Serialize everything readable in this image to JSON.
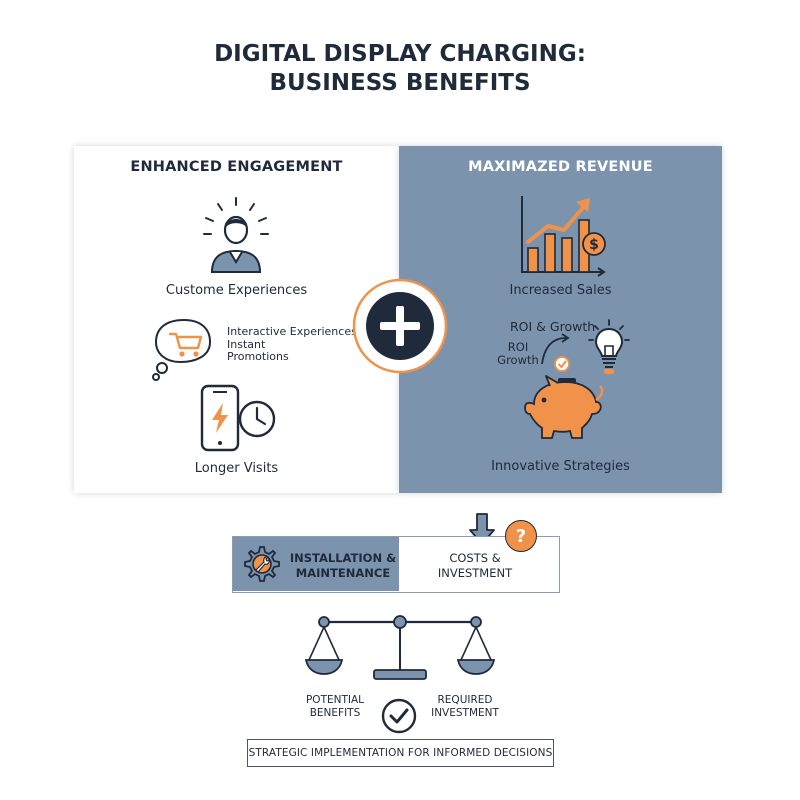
{
  "title": {
    "line1": "DIGITAL DISPLAY CHARGING:",
    "line2": "BUSINESS BENEFITS"
  },
  "left_panel": {
    "heading": "ENHANCED ENGAGEMENT",
    "items": {
      "customer": "Custome Experiences",
      "interactive_line1": "Interactive Experiences",
      "interactive_line2": "Instant",
      "interactive_line3": "Promotions",
      "visits": "Longer Visits"
    }
  },
  "right_panel": {
    "heading": "MAXIMAZED REVENUE",
    "items": {
      "sales": "Increased Sales",
      "roi_growth": "ROI & Growth",
      "roi_line1": "ROI",
      "roi_line2": "Growth",
      "strategies": "Innovative Strategies"
    }
  },
  "center_symbol": "+",
  "bar": {
    "left_line1": "INSTALLATION &",
    "left_line2": "MAINTENANCE",
    "right_line1": "COSTS &",
    "right_line2": "INVESTMENT",
    "question_mark": "?"
  },
  "scale": {
    "left_line1": "POTENTIAL",
    "left_line2": "BENEFITS",
    "right_line1": "REQUIRED",
    "right_line2": "INVESTMENT"
  },
  "footer": "STRATEGIC IMPLEMENTATION FOR INFORMED DECISIONS",
  "colors": {
    "navy": "#1f2a3a",
    "slate": "#7c93ae",
    "orange": "#f0924a",
    "white": "#ffffff"
  }
}
